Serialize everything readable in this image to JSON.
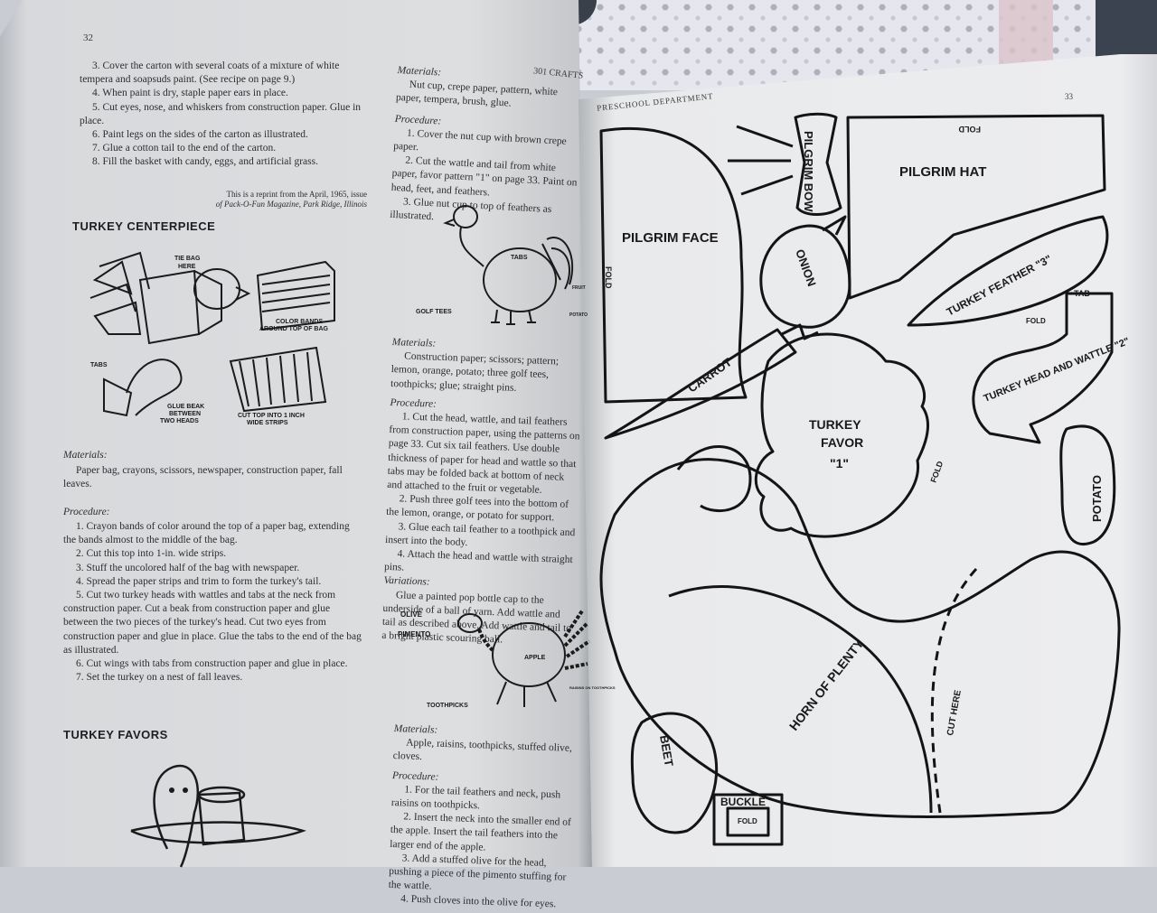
{
  "left_page": {
    "page_number": "32",
    "intro": [
      "3. Cover the carton with several coats of a mixture of white tempera and soapsuds paint. (See recipe on page 9.)",
      "4. When paint is dry, staple paper ears in place.",
      "5. Cut eyes, nose, and whiskers from construction paper. Glue in place.",
      "6. Paint legs on the sides of the carton as illustrated.",
      "7. Glue a cotton tail to the end of the carton.",
      "8. Fill the basket with candy, eggs, and artificial grass."
    ],
    "reprint_line1": "This is a reprint from the April, 1965, issue",
    "reprint_line2": "of Pack-O-Fun Magazine, Park Ridge, Illinois",
    "centerpiece_title": "TURKEY CENTERPIECE",
    "centerpiece_labels": {
      "tie_bag": "TIE BAG",
      "here": "HERE",
      "color_bands": "COLOR BANDS",
      "around_top": "AROUND TOP OF BAG",
      "tabs": "TABS",
      "glue_beak": "GLUE BEAK",
      "between": "BETWEEN",
      "two_heads": "TWO HEADS",
      "cut_top": "CUT TOP INTO 1 INCH",
      "wide_strips": "WIDE STRIPS"
    },
    "materials_heading": "Materials:",
    "materials_text": "Paper bag, crayons, scissors, newspaper, construction paper, fall leaves.",
    "procedure_heading": "Procedure:",
    "procedure": [
      "1. Crayon bands of color around the top of a paper bag, extending the bands almost to the middle of the bag.",
      "2. Cut this top into 1-in. wide strips.",
      "3. Stuff the uncolored half of the bag with newspaper.",
      "4. Spread the paper strips and trim to form the turkey's tail.",
      "5. Cut two turkey heads with wattles and tabs at the neck from construction paper. Cut a beak from construction paper and glue between the two pieces of the turkey's head. Cut two eyes from construction paper and glue in place. Glue the tabs to the end of the bag as illustrated.",
      "6. Cut wings with tabs from construction paper and glue in place.",
      "7. Set the turkey on a nest of fall leaves."
    ],
    "favors_title": "TURKEY FAVORS"
  },
  "middle_column": {
    "header_right": "301 CRAFTS",
    "materials_heading_1": "Materials:",
    "materials_text_1": "Nut cup, crepe paper, pattern, white paper, tempera, brush, glue.",
    "procedure_heading_1": "Procedure:",
    "procedure_1": [
      "1. Cover the nut cup with brown crepe paper.",
      "2. Cut the wattle and tail from white paper, favor pattern \"1\" on page 33. Paint on head, feet, and feathers.",
      "3. Glue nut cup to top of feathers as illustrated."
    ],
    "fig1_labels": {
      "tabs": "TABS",
      "golf_tees": "GOLF TEES",
      "fruit": "FRUIT",
      "potato": "POTATO"
    },
    "materials_heading_2": "Materials:",
    "materials_text_2": "Construction paper; scissors; pattern; lemon, orange, potato; three golf tees, toothpicks; glue; straight pins.",
    "procedure_heading_2": "Procedure:",
    "procedure_2": [
      "1. Cut the head, wattle, and tail feathers from construction paper, using the patterns on page 33. Cut six tail feathers. Use double thickness of paper for head and wattle so that tabs may be folded back at bottom of neck and attached to the fruit or vegetable.",
      "2. Push three golf tees into the bottom of the lemon, orange, or potato for support.",
      "3. Glue each tail feather to a toothpick and insert into the body.",
      "4. Attach the head and wattle with straight pins."
    ],
    "variations_heading": "Variations:",
    "variations_text": "Glue a painted pop bottle cap to the underside of a ball of yarn. Add wattle and tail as described above. Add wattle and tail to a bright plastic scouring ball.",
    "fig2_labels": {
      "olive": "OLIVE",
      "pimento": "PIMENTO",
      "apple": "APPLE",
      "toothpicks": "TOOTHPICKS",
      "raisins": "RAISINS ON TOOTHPICKS"
    },
    "materials_heading_3": "Materials:",
    "materials_text_3": "Apple, raisins, toothpicks, stuffed olive, cloves.",
    "procedure_heading_3": "Procedure:",
    "procedure_3": [
      "1. For the tail feathers and neck, push raisins on toothpicks.",
      "2. Insert the neck into the smaller end of the apple. Insert the tail feathers into the larger end of the apple.",
      "3. Add a stuffed olive for the head, pushing a piece of the pimento stuffing for the wattle.",
      "4. Push cloves into the olive for eyes."
    ]
  },
  "right_page": {
    "header": "PRESCHOOL DEPARTMENT",
    "page_number": "33",
    "shapes": {
      "pilgrim_bow": "PILGRIM BOW",
      "pilgrim_hat": "PILGRIM HAT",
      "fold": "FOLD",
      "pilgrim_face": "PILGRIM FACE",
      "onion": "ONION",
      "turkey_feather": "TURKEY FEATHER \"3\"",
      "tab": "TAB",
      "carrot": "CARROT",
      "turkey_head": "TURKEY HEAD AND WATTLE \"2\"",
      "turkey_favor_1": "TURKEY",
      "turkey_favor_2": "FAVOR",
      "turkey_favor_3": "\"1\"",
      "potato": "POTATO",
      "horn": "HORN OF PLENTY",
      "cut_here": "CUT HERE",
      "beet": "BEET",
      "buckle": "BUCKLE"
    }
  }
}
